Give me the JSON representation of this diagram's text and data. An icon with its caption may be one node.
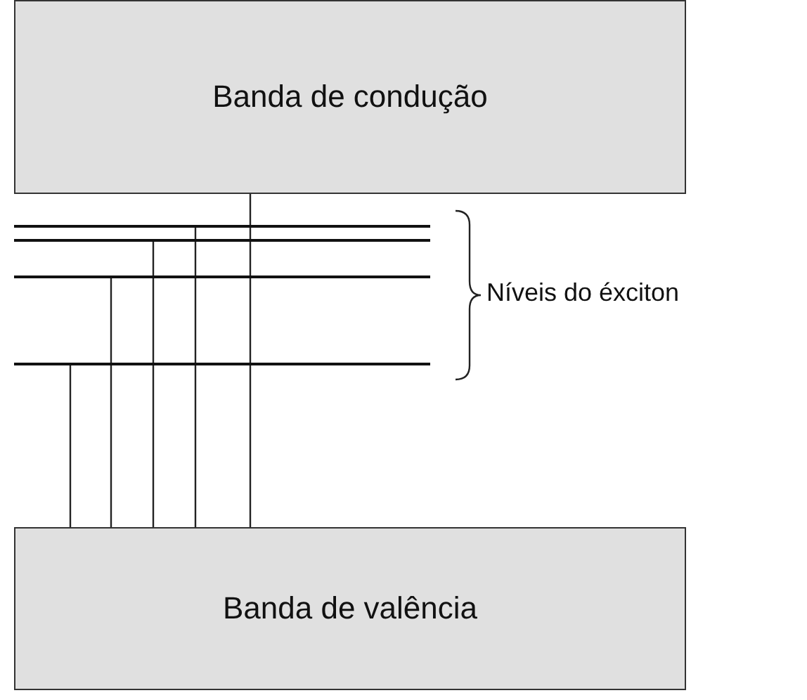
{
  "diagram": {
    "nodes": [
      {
        "text": [
          "Banda de condução"
        ]
      },
      {
        "text": [],
        "shape": "bar"
      },
      {
        "text": [],
        "shape": "bar"
      },
      {
        "text": [],
        "shape": "bar"
      },
      {
        "text": [],
        "shape": "bar"
      },
      {
        "text": [
          "Banda de valência"
        ]
      }
    ],
    "edges": [
      {
        "from": 5,
        "to": 4,
        "arrow": "none"
      },
      {
        "from": 5,
        "to": 3,
        "arrow": "none"
      },
      {
        "from": 5,
        "to": 2,
        "arrow": "none"
      },
      {
        "from": 5,
        "to": 1,
        "arrow": "none"
      },
      {
        "from": 5,
        "to": 0,
        "arrow": "none"
      }
    ],
    "labels": [
      "Níveis do éxciton"
    ]
  }
}
